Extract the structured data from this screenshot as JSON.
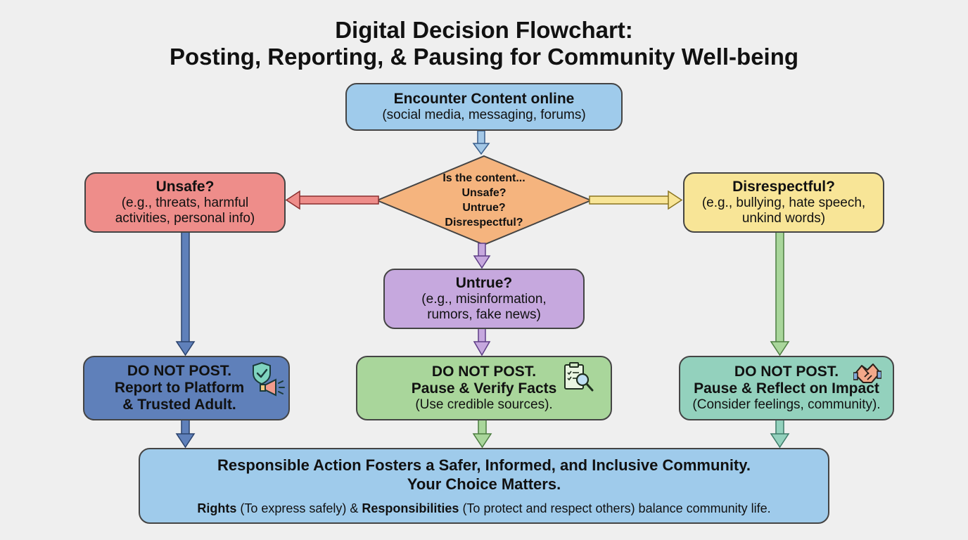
{
  "title": {
    "line1": "Digital Decision Flowchart:",
    "line2": "Posting, Reporting, & Pausing for Community Well-being"
  },
  "start": {
    "heading": "Encounter Content online",
    "sub": "(social media, messaging, forums)"
  },
  "decision": {
    "intro": "Is the content...",
    "opt1": "Unsafe?",
    "opt2": "Untrue?",
    "opt3": "Disrespectful?"
  },
  "unsafe": {
    "heading": "Unsafe?",
    "line1": "(e.g., threats, harmful",
    "line2": "activities, personal info)"
  },
  "untrue": {
    "heading": "Untrue?",
    "line1": "(e.g., misinformation,",
    "line2": "rumors, fake news)"
  },
  "disrespectful": {
    "heading": "Disrespectful?",
    "line1": "(e.g., bullying, hate speech,",
    "line2": "unkind words)"
  },
  "action_unsafe": {
    "line1": "DO NOT POST.",
    "line2": "Report to Platform",
    "line3": "& Trusted Adult.",
    "icon": "shield-megaphone-icon"
  },
  "action_untrue": {
    "line1": "DO NOT POST.",
    "line2": "Pause & Verify Facts",
    "line3": "(Use credible sources).",
    "icon": "clipboard-magnifier-icon"
  },
  "action_disrespectful": {
    "line1": "DO NOT POST.",
    "line2": "Pause & Reflect on Impact",
    "line3": "(Consider feelings, community).",
    "icon": "handshake-icon"
  },
  "outcome": {
    "line1": "Responsible Action Fosters a Safer, Informed, and Inclusive Community.",
    "line2": "Your Choice Matters.",
    "rights_label": "Rights",
    "rights_text": " (To express safely) & ",
    "resp_label": "Responsibilities",
    "resp_text": " (To protect and respect others) balance community life."
  },
  "colors": {
    "background": "#efefef",
    "blue_light": "#9fcbeb",
    "orange": "#f5b47e",
    "red": "#ee8d8a",
    "purple": "#c6a8de",
    "yellow": "#f8e597",
    "blue_dark": "#5f80ba",
    "green": "#a9d69b",
    "teal": "#93d1bd"
  }
}
